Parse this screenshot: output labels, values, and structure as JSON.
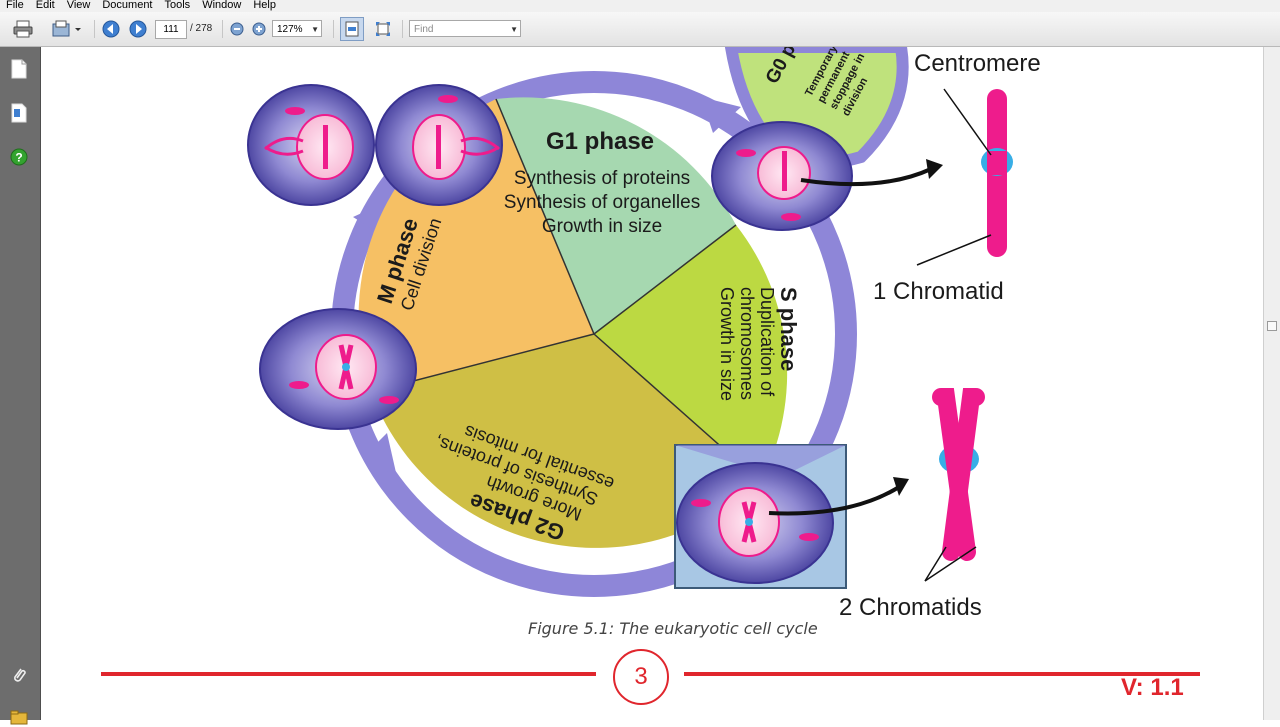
{
  "menu": [
    "File",
    "Edit",
    "View",
    "Document",
    "Tools",
    "Window",
    "Help"
  ],
  "toolbar": {
    "page_current": "111",
    "page_total": "/ 278",
    "zoom": "127%",
    "find_placeholder": "Find"
  },
  "diagram": {
    "g1_title": "G1 phase",
    "g1_lines": [
      "Synthesis of proteins",
      "Synthesis of organelles",
      "Growth in size"
    ],
    "g0_title": "G0 p",
    "g0_lines": [
      "Temporary",
      "permanent",
      "stoppage in",
      "division"
    ],
    "s_title": "S phase",
    "s_lines": [
      "Duplication of",
      "chromosomes",
      "Growth in size"
    ],
    "g2_title": "G2 phase",
    "g2_lines": [
      "More growth",
      "Synthesis of proteins,",
      "essential for mitosis"
    ],
    "m_title": "M phase",
    "m_lines": [
      "Cell division"
    ],
    "centromere": "Centromere",
    "one_chromatid": "1 Chromatid",
    "two_chromatids": "2 Chromatids"
  },
  "caption": "Figure 5.1: The eukaryotic cell cycle",
  "page_number": "3",
  "version": "V: 1.1",
  "colors": {
    "accent_red": "#e0262d",
    "cycle_purple": "#8e86d8",
    "chromosome_pink": "#ee1c8c",
    "centromere_blue": "#38aee6"
  },
  "icons": [
    "print-icon",
    "save-dropdown-icon",
    "prev-page-icon",
    "next-page-icon",
    "zoom-out-icon",
    "zoom-in-icon",
    "fit-page-icon",
    "fit-width-icon",
    "pages-panel-icon",
    "bookmarks-icon",
    "help-icon",
    "attachment-icon",
    "layers-icon"
  ]
}
